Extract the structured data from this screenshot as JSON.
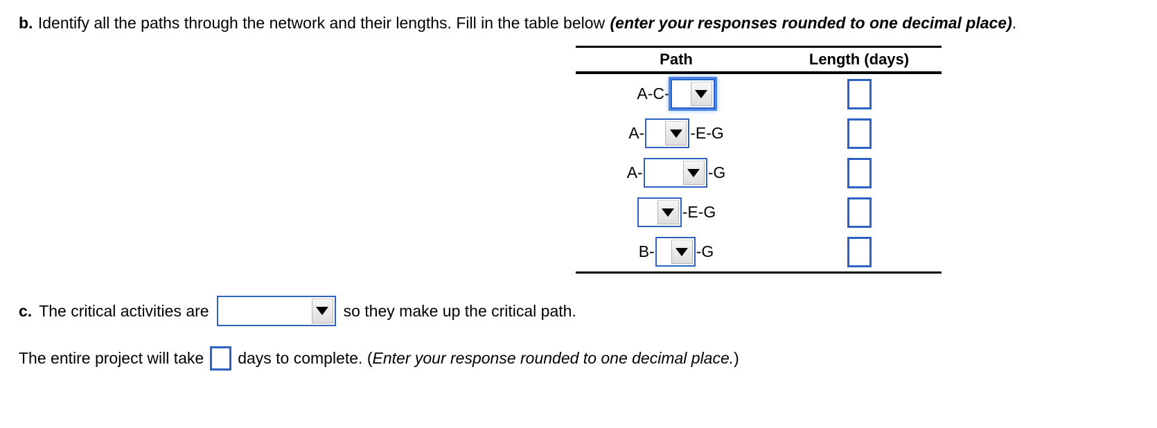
{
  "prompt_b": {
    "label": "b.",
    "text": "Identify all the paths through the network and their lengths. Fill in the table below",
    "italic_note": "(enter your responses rounded to one decimal place)",
    "trailing": "."
  },
  "table": {
    "headers": {
      "path": "Path",
      "length": "Length (days)"
    },
    "rows": [
      {
        "prefix": "A-C-",
        "suffix": "",
        "dropdown_value": "",
        "dropdown_focused": true,
        "length_value": ""
      },
      {
        "prefix": "A-",
        "suffix": "-E-G",
        "dropdown_value": "",
        "dropdown_focused": false,
        "length_value": ""
      },
      {
        "prefix": "A-",
        "suffix": "-G",
        "dropdown_value": "",
        "dropdown_focused": false,
        "length_value": ""
      },
      {
        "prefix": "",
        "suffix": "-E-G",
        "dropdown_value": "",
        "dropdown_focused": false,
        "length_value": ""
      },
      {
        "prefix": "B-",
        "suffix": "-G",
        "dropdown_value": "",
        "dropdown_focused": false,
        "length_value": ""
      }
    ]
  },
  "part_c": {
    "label": "c.",
    "text_before": "The critical activities are",
    "dropdown_value": "",
    "text_after": "so they make up the critical path."
  },
  "part_d": {
    "text_before": "The entire project will take",
    "input_value": "",
    "text_middle": "days to complete. (",
    "italic_note": "Enter your response rounded to one decimal place.",
    "text_after": ")"
  },
  "colors": {
    "input_border": "#2d62c4",
    "focus_ring": "#4a86e8",
    "rule": "#000000",
    "text": "#000000"
  },
  "icons": {
    "caret": "caret-down-icon"
  }
}
